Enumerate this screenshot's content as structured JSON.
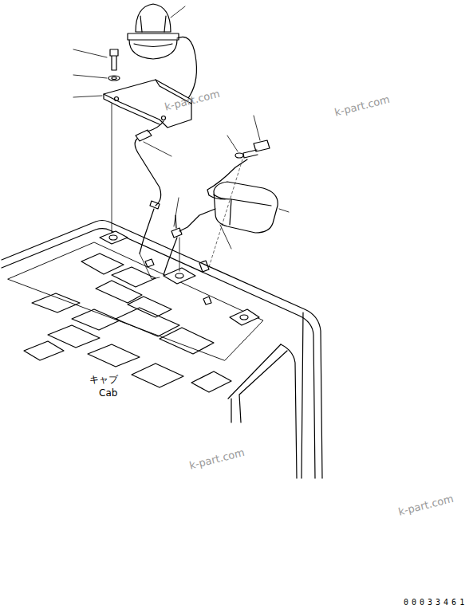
{
  "diagram": {
    "labels": [
      "キャブ",
      "Cab",
      "k-part.com",
      "k-part.com",
      "k-part.com",
      "k-part.com",
      "00033461"
    ]
  }
}
